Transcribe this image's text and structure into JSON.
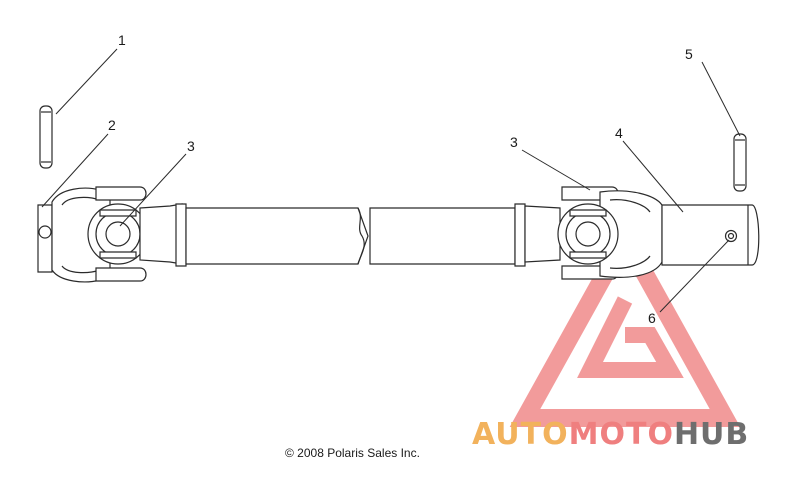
{
  "diagram": {
    "callouts": [
      {
        "id": "1",
        "label": "1"
      },
      {
        "id": "2",
        "label": "2"
      },
      {
        "id": "3a",
        "label": "3"
      },
      {
        "id": "3b",
        "label": "3"
      },
      {
        "id": "4",
        "label": "4"
      },
      {
        "id": "5",
        "label": "5"
      },
      {
        "id": "6",
        "label": "6"
      }
    ],
    "copyright": "© 2008 Polaris Sales Inc."
  },
  "watermark": {
    "part1": "AUTO",
    "part2": "MOTO",
    "part3": "HUB",
    "color_orange": "#f2b25c",
    "color_red": "#ef7f7f",
    "color_gray": "#6e6e6e"
  },
  "colors": {
    "line": "#2b2b2b"
  }
}
